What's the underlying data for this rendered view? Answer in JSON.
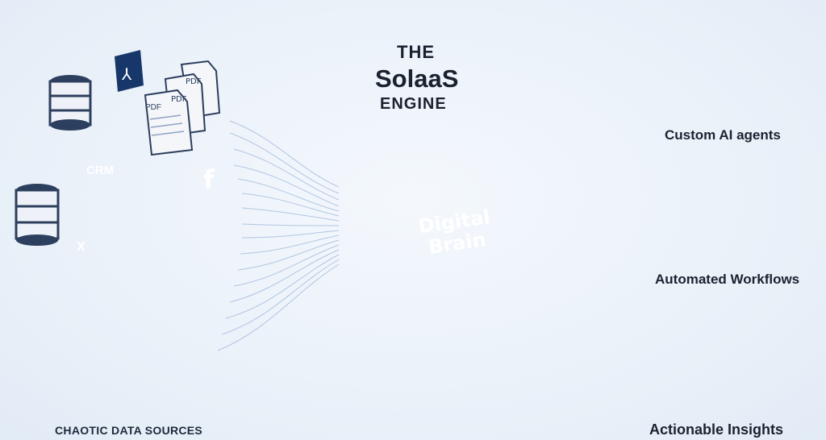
{
  "title": {
    "line1": "THE",
    "line2": "SolaaS",
    "line3": "ENGINE"
  },
  "engine": {
    "label_line1": "Digital",
    "label_line2": "Brain"
  },
  "sources": {
    "caption": "CHAOTIC DATA SOURCES",
    "crm_label": "CRM",
    "pdf_label": "PDF",
    "excel_label": "X",
    "facebook_label": "f"
  },
  "outputs": [
    {
      "label": "Custom AI agents",
      "icon": "chat-agent-window-icon"
    },
    {
      "label": "Automated Workflows",
      "icon": "workflow-board-icon"
    },
    {
      "label": "Actionable Insights",
      "icon": "dashboard-tablet-icon"
    }
  ],
  "colors": {
    "navy": "#1b3a6e",
    "blue": "#2f6fd0",
    "arrow": "#1f5fc4",
    "cube_top": "#1a4a8c",
    "glow": "#d9b24a",
    "background": "#eaf1f9"
  }
}
